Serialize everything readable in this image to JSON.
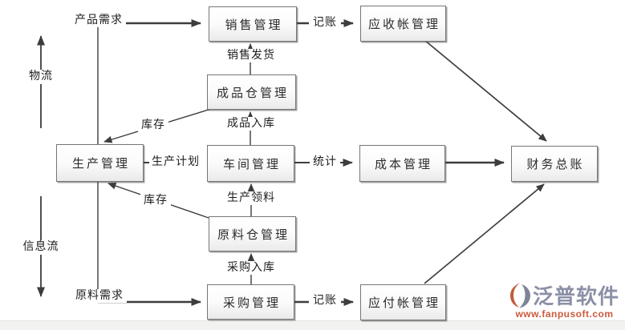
{
  "flow_axes": {
    "logistics_label": "物流",
    "information_label": "信息流"
  },
  "nodes": [
    {
      "id": "sales-management",
      "label": "销售管理"
    },
    {
      "id": "accounts-receivable",
      "label": "应收帐管理"
    },
    {
      "id": "finished-goods-warehouse",
      "label": "成品仓管理"
    },
    {
      "id": "production-management",
      "label": "生产管理"
    },
    {
      "id": "workshop-management",
      "label": "车间管理"
    },
    {
      "id": "cost-management",
      "label": "成本管理"
    },
    {
      "id": "general-ledger",
      "label": "财务总账"
    },
    {
      "id": "raw-material-warehouse",
      "label": "原料仓管理"
    },
    {
      "id": "purchase-management",
      "label": "采购管理"
    },
    {
      "id": "accounts-payable",
      "label": "应付帐管理"
    }
  ],
  "edges": [
    {
      "from": "生产管理",
      "to": "销售管理",
      "label": "产品需求"
    },
    {
      "from": "销售管理",
      "to": "应收帐管理",
      "label": "记账"
    },
    {
      "from": "成品仓管理",
      "to": "销售管理",
      "label": "销售发货"
    },
    {
      "from": "成品仓管理",
      "to": "生产管理",
      "label": "库存"
    },
    {
      "from": "车间管理",
      "to": "成品仓管理",
      "label": "成品入库"
    },
    {
      "from": "生产管理",
      "to": "车间管理",
      "label": "生产计划"
    },
    {
      "from": "车间管理",
      "to": "成本管理",
      "label": "统计"
    },
    {
      "from": "成本管理",
      "to": "财务总账",
      "label": ""
    },
    {
      "from": "应收帐管理",
      "to": "财务总账",
      "label": ""
    },
    {
      "from": "原料仓管理",
      "to": "生产管理",
      "label": "库存"
    },
    {
      "from": "原料仓管理",
      "to": "车间管理",
      "label": "生产领料"
    },
    {
      "from": "采购管理",
      "to": "原料仓管理",
      "label": "采购入库"
    },
    {
      "from": "生产管理",
      "to": "采购管理",
      "label": "原料需求"
    },
    {
      "from": "采购管理",
      "to": "应付帐管理",
      "label": "记账"
    },
    {
      "from": "应付帐管理",
      "to": "财务总账",
      "label": ""
    }
  ],
  "watermark": {
    "brand": "泛普软件",
    "url": "www.fanpusoft.com",
    "brand_color": "#8b90a6",
    "url_color": "#cc5a3c"
  }
}
